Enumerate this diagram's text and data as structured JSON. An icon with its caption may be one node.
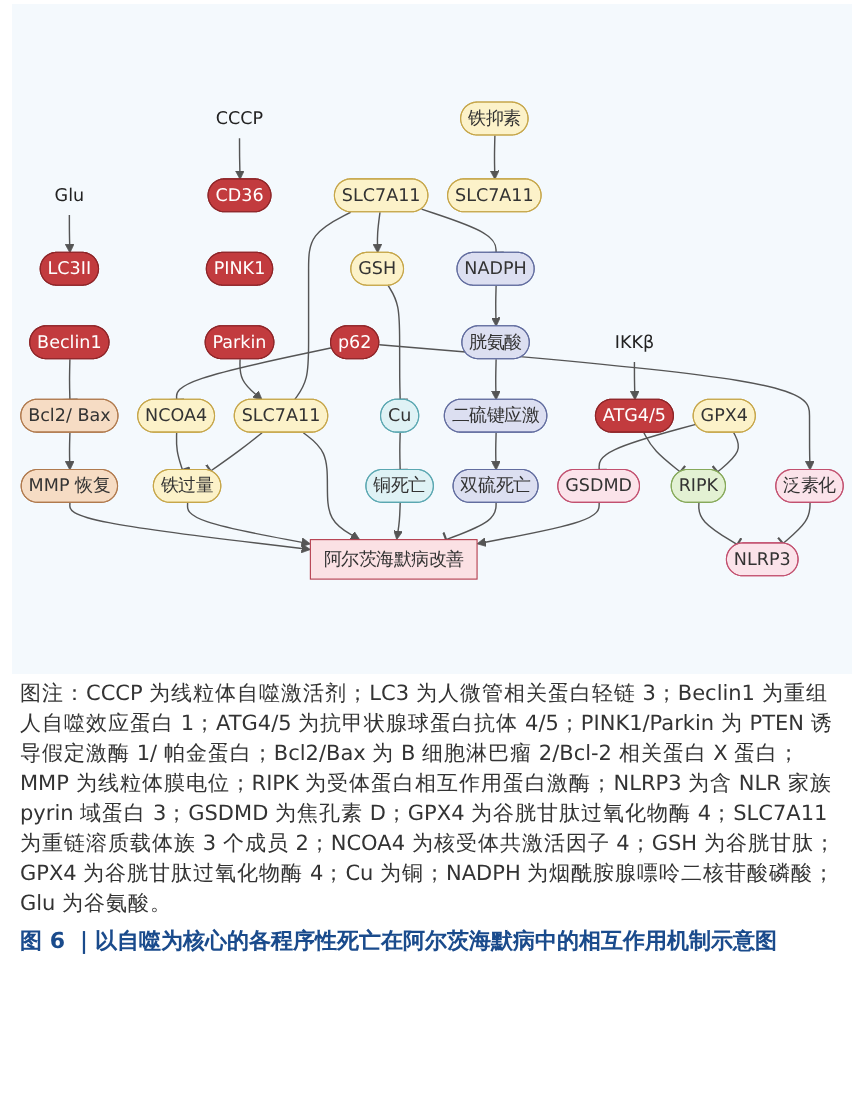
{
  "diagram": {
    "caption": "图 6 ｜以自噬为核心的各程序性死亡在阿尔茨海默病中的相互作用机制示意图",
    "nodes": [
      {
        "text": [
          "Glu"
        ]
      },
      {
        "text": [
          "LC3II"
        ]
      },
      {
        "text": [
          "Beclin1"
        ]
      },
      {
        "text": [
          "Bcl2/ Bax"
        ]
      },
      {
        "text": [
          "MMP 恢复"
        ]
      },
      {
        "text": [
          "IKKβ"
        ]
      },
      {
        "text": [
          "ATG4/5"
        ]
      },
      {
        "text": [
          "RIPK"
        ]
      },
      {
        "text": [
          "p62"
        ]
      },
      {
        "text": [
          "NCOA4"
        ]
      },
      {
        "text": [
          "铁过量"
        ]
      },
      {
        "text": [
          "CCCP"
        ]
      },
      {
        "text": [
          "CD36"
        ]
      },
      {
        "text": [
          "PINK1"
        ]
      },
      {
        "text": [
          "Parkin"
        ]
      },
      {
        "text": [
          "SLC7A11"
        ]
      },
      {
        "text": [
          "SLC7A11"
        ]
      },
      {
        "text": [
          "GSH"
        ]
      },
      {
        "text": [
          "NADPH"
        ]
      },
      {
        "text": [
          "Cu"
        ]
      },
      {
        "text": [
          "胱氨酸"
        ]
      },
      {
        "text": [
          "铜死亡"
        ]
      },
      {
        "text": [
          "二硫键应激"
        ]
      },
      {
        "text": [
          "双硫死亡"
        ]
      },
      {
        "text": [
          "GPX4"
        ]
      },
      {
        "text": [
          "SLC7A11"
        ]
      },
      {
        "text": [
          "铁抑素"
        ]
      },
      {
        "text": [
          "NLRP3"
        ]
      },
      {
        "text": [
          "GSDMD"
        ]
      },
      {
        "text": [
          "泛素化"
        ]
      },
      {
        "text": [
          "阿尔茨海默病改善"
        ]
      }
    ],
    "edges": [
      {
        "from": 0,
        "to": 1,
        "arrow": "to"
      },
      {
        "from": 2,
        "to": 3,
        "arrow": "other"
      },
      {
        "from": 3,
        "to": 4,
        "arrow": "to"
      },
      {
        "from": 4,
        "to": 30,
        "arrow": "to"
      },
      {
        "from": 5,
        "to": 6,
        "arrow": "to"
      },
      {
        "from": 6,
        "to": 7,
        "arrow": "other"
      },
      {
        "from": 24,
        "to": 7,
        "arrow": "other"
      },
      {
        "from": 7,
        "to": 27,
        "arrow": "other"
      },
      {
        "from": 29,
        "to": 27,
        "arrow": "other"
      },
      {
        "from": 8,
        "to": 29,
        "arrow": "to"
      },
      {
        "from": 8,
        "to": 9,
        "arrow": "other"
      },
      {
        "from": 9,
        "to": 10,
        "arrow": "other"
      },
      {
        "from": 10,
        "to": 30,
        "arrow": "to"
      },
      {
        "from": 11,
        "to": 12,
        "arrow": "to"
      },
      {
        "from": 14,
        "to": 15,
        "arrow": "to"
      },
      {
        "from": 15,
        "to": 10,
        "arrow": "other"
      },
      {
        "from": 16,
        "to": 15,
        "arrow": "none"
      },
      {
        "from": 15,
        "to": 30,
        "arrow": "to"
      },
      {
        "from": 16,
        "to": 17,
        "arrow": "to"
      },
      {
        "from": 16,
        "to": 18,
        "arrow": "other"
      },
      {
        "from": 17,
        "to": 19,
        "arrow": "other"
      },
      {
        "from": 18,
        "to": 20,
        "arrow": "to"
      },
      {
        "from": 19,
        "to": 21,
        "arrow": "other"
      },
      {
        "from": 20,
        "to": 22,
        "arrow": "to"
      },
      {
        "from": 22,
        "to": 23,
        "arrow": "to"
      },
      {
        "from": 21,
        "to": 30,
        "arrow": "to"
      },
      {
        "from": 23,
        "to": 30,
        "arrow": "other"
      },
      {
        "from": 24,
        "to": 28,
        "arrow": "other"
      },
      {
        "from": 26,
        "to": 25,
        "arrow": "to"
      },
      {
        "from": 28,
        "to": 30,
        "arrow": "to"
      }
    ],
    "labels": [
      "图注：CCCP 为线粒体自噬激活剂；LC3 为人微管相关蛋白轻链 3；Beclin1 为重组人自噬效应蛋白 1；ATG4/5 为抗甲状腺球蛋白抗体 4/5；PINK1/Parkin 为 PTEN 诱导假定激酶 1/ 帕金蛋白；Bcl2/Bax 为 B 细胞淋巴瘤 2/Bcl-2 相关蛋白 X 蛋白；MMP 为线粒体膜电位；RIPK 为受体蛋白相互作用蛋白激酶；NLRP3 为含 NLR 家族 pyrin 域蛋白 3；GSDMD 为焦孔素 D；GPX4 为谷胱甘肽过氧化物酶 4；SLC7A11 为重链溶质载体族 3 个成员 2；NCOA4 为核受体共激活因子 4；GSH 为谷胱甘肽；GPX4 为谷胱甘肽过氧化物酶 4；Cu 为铜；NADPH 为烟酰胺腺嘌呤二核苷酸磷酸；Glu 为谷氨酸。"
    ]
  }
}
